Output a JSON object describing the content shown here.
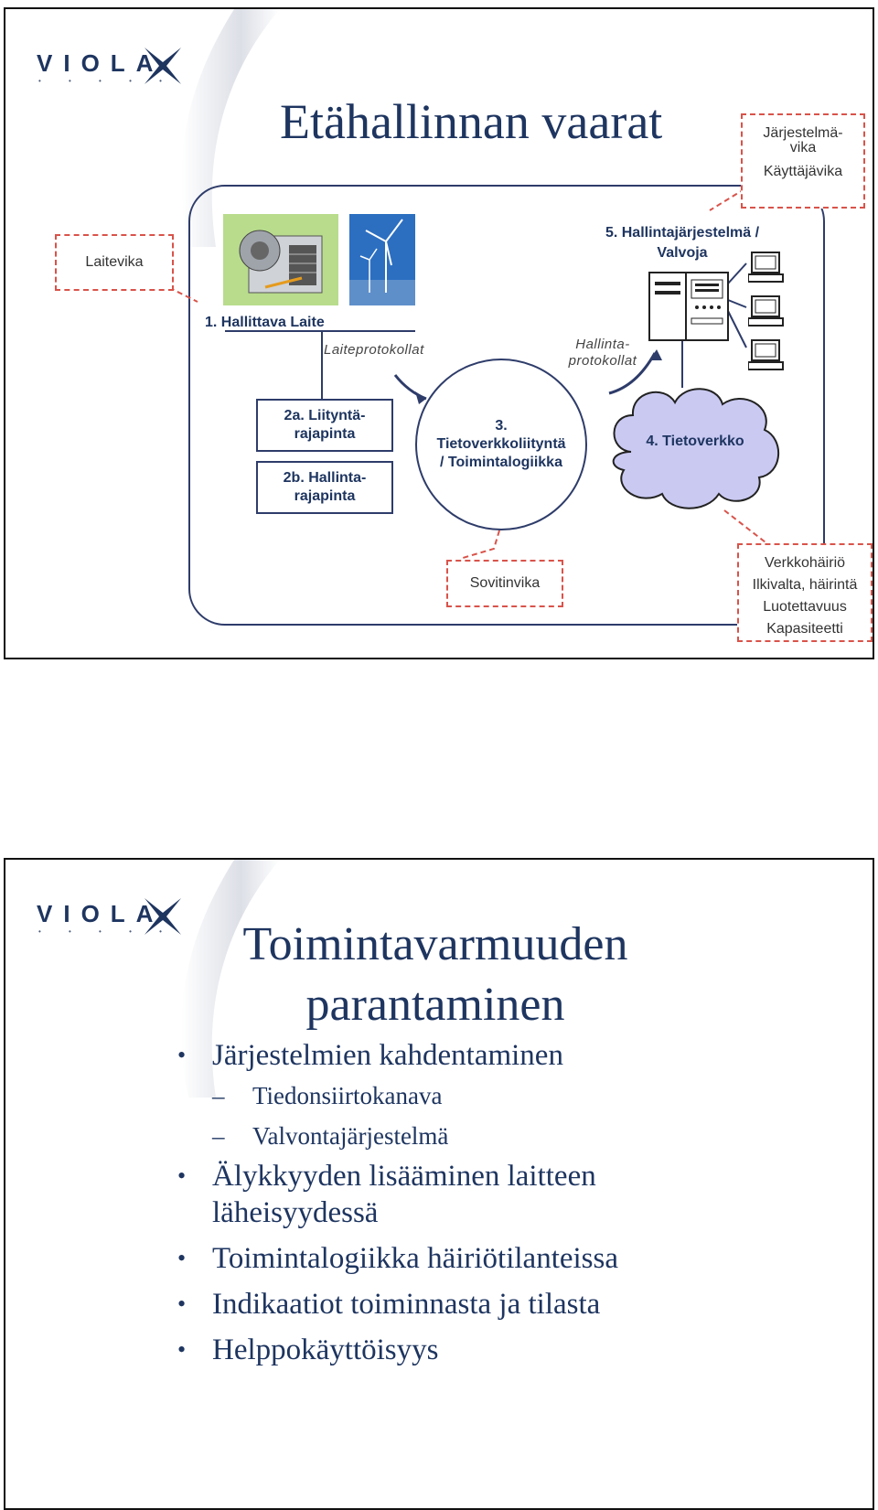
{
  "slide1": {
    "logo_text": "VIOLA",
    "logo_small": "• • • • •",
    "title": "Etähallinnan vaarat",
    "fault_user": [
      "Järjestelmä-",
      "vika",
      "Käyttäjävika"
    ],
    "fault_device": "Laitevika",
    "label_mgmt_system": [
      "5. Hallintajärjestelmä /",
      "Valvoja"
    ],
    "label_device": "1. Hallittava Laite",
    "label_device_protocols": "Laiteprotokollat",
    "label_mgmt_protocols": [
      "Hallinta-",
      "protokollat"
    ],
    "box_2a": [
      "2a. Liityntä-",
      "rajapinta"
    ],
    "box_2b": [
      "2b. Hallinta-",
      "rajapinta"
    ],
    "circle_3": [
      "3.",
      "Tietoverkkoliityntä",
      "/ Toimintalogiikka"
    ],
    "cloud_4": "4. Tietoverkko",
    "fault_adapter": "Sovitinvika",
    "fault_network": [
      "Verkkohäiriö",
      "Ilkivalta, häirintä",
      "Luotettavuus",
      "Kapasiteetti"
    ]
  },
  "slide2": {
    "logo_text": "VIOLA",
    "logo_small": "• • • • •",
    "title": [
      "Toimintavarmuuden",
      "parantaminen"
    ],
    "bullets": [
      "Järjestelmien kahdentaminen",
      "Tiedonsiirtokanava",
      "Valvontajärjestelmä",
      "Älykkyyden lisääminen laitteen",
      "läheisyydessä",
      "Toimintalogiikka häiriötilanteissa",
      "Indikaatiot toiminnasta ja tilasta",
      "Helppokäyttöisyys"
    ],
    "bullet_glyph": "•",
    "dash_glyph": "–"
  },
  "colors": {
    "title": "#1e3560",
    "accent_dash": "#d9534a",
    "frame": "#2e3c6a",
    "cloud": "#c9c9f2"
  }
}
